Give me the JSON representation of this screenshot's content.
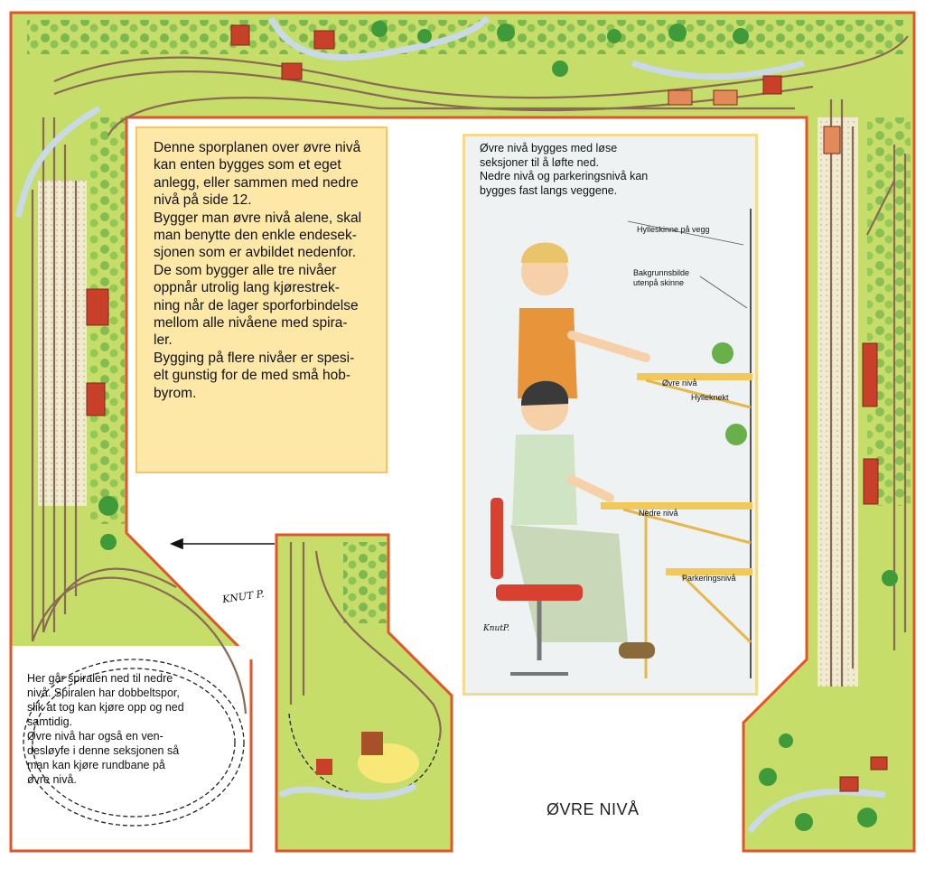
{
  "intro_text": {
    "lines": [
      "Denne sporplanen over øvre nivå",
      "kan enten bygges som et eget",
      "anlegg, eller sammen med nedre",
      "nivå på side 12.",
      "Bygger man øvre nivå alene, skal",
      "man benytte den enkle endesek-",
      "sjonen som er avbildet nedenfor.",
      "De som bygger alle tre nivåer",
      "oppnår utrolig lang kjørestrek-",
      "ning når de lager sporforbindelse",
      "mellom alle nivåene med spira-",
      "ler.",
      "Bygging på flere nivåer er spesi-",
      "elt gunstig for de med små hob-",
      "byrom."
    ]
  },
  "illustration": {
    "caption_lines": [
      "Øvre nivå bygges med løse",
      "seksjoner til å løfte ned.",
      "Nedre nivå og parkeringsnivå kan",
      "bygges fast langs veggene."
    ],
    "labels": {
      "shelf_rail": "Hylleskinne på vegg",
      "background_line1": "Bakgrunnsbilde",
      "background_line2": "utenpå skinne",
      "upper_level": "Øvre nivå",
      "shelf_bracket": "Hylleknekt",
      "lower_level": "Nedre nivå",
      "parking_level": "Parkeringsnivå"
    },
    "signature": "KnutP."
  },
  "spiral_text": {
    "lines": [
      "Her går spiralen ned til nedre",
      "nivå. Spiralen har dobbeltspor,",
      "slik at tog kan kjøre opp og ned",
      "samtidig.",
      "Øvre nivå har også en ven-",
      "desløyfe i denne seksjonen så",
      "man kan kjøre rundbane på",
      "øvre nivå."
    ]
  },
  "signature": "KNUT P.",
  "title": "ØVRE NIVÅ",
  "colors": {
    "board_border": "#e2542a",
    "grass": "#c6dd6a",
    "tree": "#3f9a3a",
    "track": "#8a6a55",
    "road": "#c9d9e6",
    "textbox_bg": "#fde8a8",
    "house_roof": "#c8402a"
  }
}
